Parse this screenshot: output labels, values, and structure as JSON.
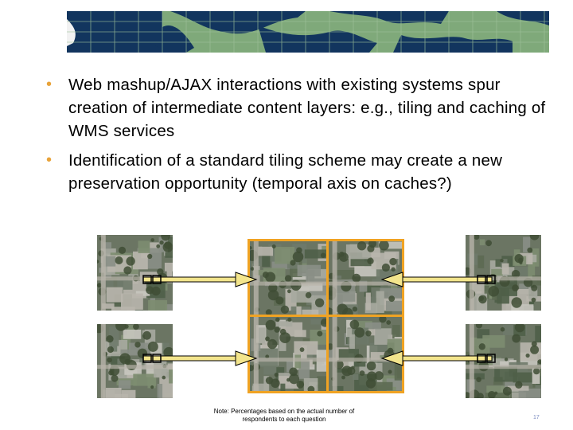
{
  "slide": {
    "bullets": [
      "Web mashup/AJAX interactions with existing systems spur creation of intermediate content layers: e.g., tiling and caching of WMS services",
      "Identification of a standard tiling scheme may create a new preservation opportunity (temporal axis on caches?)"
    ],
    "bullet_glyph": "•",
    "note": "Note: Percentages based on the actual number of respondents to each question",
    "page_number": "17"
  },
  "colors": {
    "bullet": "#e8a33a",
    "tile_grid": "#f0a323",
    "arrow_fill": "#f3e58c",
    "map_land": "#7fa97a",
    "map_ocean": "#12355e"
  },
  "graphics": {
    "banner": "world-map-banner",
    "tiles": "aerial-imagery-tiles",
    "arrows": "tile-request-arrows"
  }
}
